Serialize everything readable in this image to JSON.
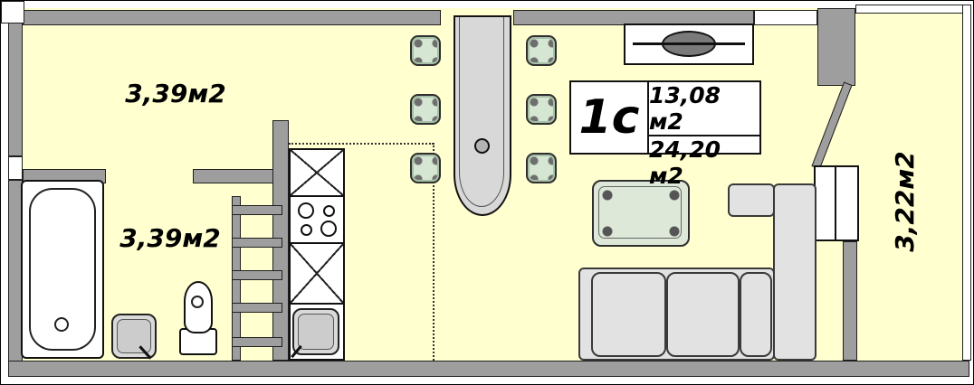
{
  "plan": {
    "unit_code": "1с",
    "unit_area_upper": "13,08 м2",
    "unit_area_lower": "24,20 м2",
    "hallway_area": "3,39м2",
    "bathroom_area": "3,39м2",
    "balcony_area": "3,22м2"
  },
  "colors": {
    "floor": "#ffffcf",
    "wall_gray": "#9e9e9e",
    "outline_black": "#1a1a1a",
    "fixture_white": "#ffffff",
    "furniture_gray": "#e2e2e2",
    "stool_green": "#d5e6d2",
    "coffee_table_green": "#dde8d8",
    "door_gray": "#d8d8d8",
    "table_oval_dark": "#7a7a7a"
  },
  "fixtures": [
    "bathtub",
    "bathroom-sink",
    "toilet",
    "ladder-shelf",
    "kitchen-cabinet-x",
    "kitchen-stove",
    "kitchen-sink",
    "entrance-door",
    "stool",
    "console-table",
    "coffee-table",
    "corner-sofa",
    "balcony-window",
    "balcony-door-leaf"
  ]
}
